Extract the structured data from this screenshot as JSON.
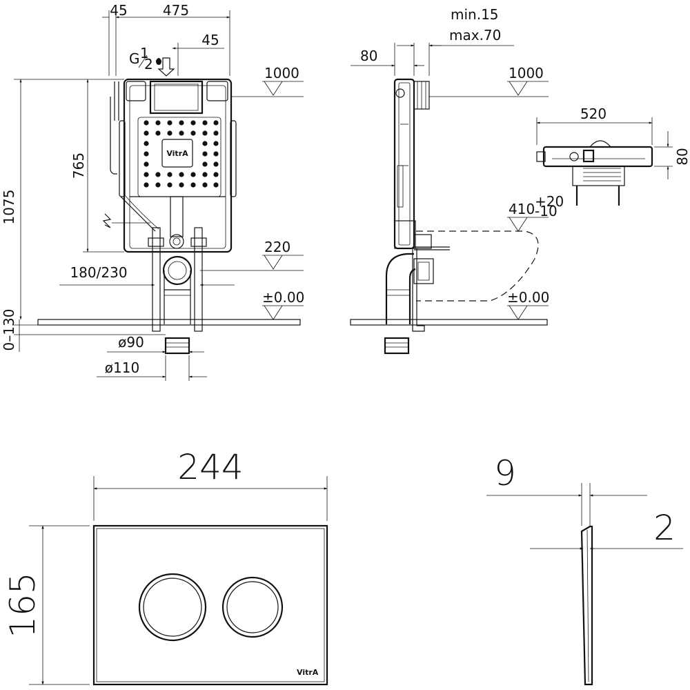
{
  "dimensions": {
    "front": {
      "d45_left": "45",
      "d475": "475",
      "d45_right": "45",
      "g_half": "G",
      "g_frac_num": "1",
      "g_frac_den": "2",
      "d1075": "1075",
      "d765": "765",
      "d180_230": "180/230",
      "d0_130": "0–130",
      "d90": "ø90",
      "d110": "ø110",
      "level_1000": "1000",
      "level_220": "220",
      "level_000": "±0.00"
    },
    "side": {
      "d80": "80",
      "min15": "min.15",
      "max70": "max.70",
      "level_1000": "1000",
      "level_410": "410",
      "tol_plus": "+20",
      "tol_minus": "-10",
      "level_000": "±0.00"
    },
    "top": {
      "d520": "520",
      "d80": "80"
    },
    "plate": {
      "width": "244",
      "height": "165",
      "thickness": "9",
      "edge": "2",
      "logo": "VitrA"
    },
    "frame_logo": "VitrA"
  }
}
